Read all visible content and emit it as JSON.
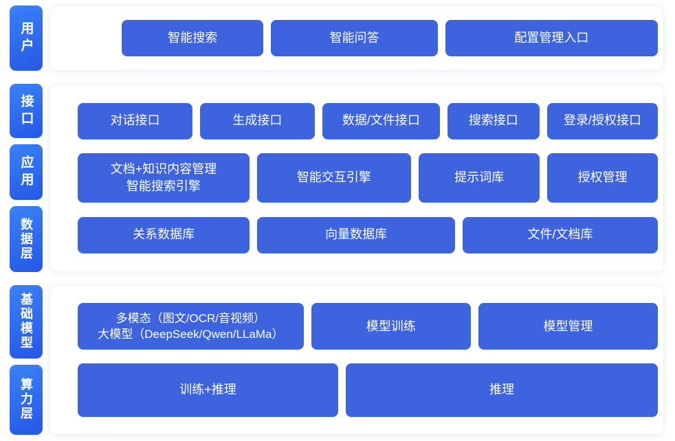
{
  "colors": {
    "node_blue": "#3d63de",
    "tab_blue_start": "#3b82f6",
    "tab_blue_end": "#2457e6",
    "node_text": "#ffffff",
    "card_bg": "#ffffff",
    "page_bg": "#ffffff"
  },
  "layers": {
    "user": {
      "tab": "用户",
      "nodes": [
        "智能搜索",
        "智能问答",
        "配置管理入口"
      ]
    },
    "middle": {
      "tabs": {
        "interface": "接口",
        "application": "应用",
        "data": "数据层"
      },
      "interface_nodes": [
        "对话接口",
        "生成接口",
        "数据/文件接口",
        "搜索接口",
        "登录/授权接口"
      ],
      "application_nodes": {
        "doc_engine_line1": "文档+知识内容管理",
        "doc_engine_line2": "智能搜索引擎",
        "interaction_engine": "智能交互引擎",
        "prompt_library": "提示词库",
        "auth_management": "授权管理"
      },
      "data_nodes": [
        "关系数据库",
        "向量数据库",
        "文件/文档库"
      ]
    },
    "foundation": {
      "tabs": {
        "model": "基础模型",
        "compute": "算力层"
      },
      "model_nodes": {
        "multimodal_line1": "多模态（图文/OCR/音视频）",
        "multimodal_line2": "大模型（DeepSeek/Qwen/LLaMa）",
        "training": "模型训练",
        "management": "模型管理"
      },
      "compute_nodes": [
        "训练+推理",
        "推理"
      ]
    }
  }
}
